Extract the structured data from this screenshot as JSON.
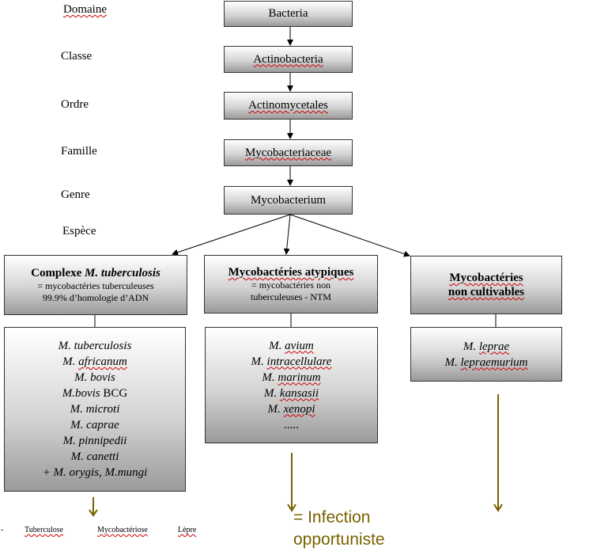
{
  "ranks": {
    "domaine": "Domaine",
    "classe": "Classe",
    "ordre": "Ordre",
    "famille": "Famille",
    "genre": "Genre",
    "espece": "Espèce"
  },
  "taxa": {
    "domain": "Bacteria",
    "class": "Actinobacteria",
    "order": "Actinomycetales",
    "family": "Mycobacteriaceae",
    "genus": "Mycobacterium"
  },
  "groups": {
    "complex": {
      "title_prefix": "Complexe ",
      "title_italic": "M. tuberculosis",
      "line1": "= mycobactéries tuberculeuses",
      "line2": "99.9% d’homologie d’ADN"
    },
    "atypical": {
      "title": "Mycobactéries atypiques",
      "line1": "= mycobactéries non",
      "line2": "tuberculeuses - NTM"
    },
    "noncult": {
      "line1": "Mycobactéries",
      "line2": "non cultivables"
    }
  },
  "species": {
    "complex": {
      "tuberculosis": "M. tuberculosis",
      "africanum_prefix": "M. ",
      "africanum_name": "africanum",
      "bovis": "M. bovis",
      "bovis_bcg_italic": "M.bovis",
      "bovis_bcg_plain": " BCG",
      "microti": "M. microti",
      "caprae": "M. caprae",
      "pinnipedii": "M. pinnipedii",
      "canetti": "M. canetti",
      "others": "+ M. orygis, M.mungi"
    },
    "atypical": {
      "avium_prefix": "M. ",
      "avium_name": "avium",
      "intracellulare_prefix": "M. ",
      "intracellulare_name": "intracellulare",
      "marinum_prefix": "M. ",
      "marinum_name": "marinum",
      "kansasii_prefix": "M. ",
      "kansasii_name": "kansasii",
      "xenopi_prefix": "M. ",
      "xenopi_name": "xenopi",
      "more": "....."
    },
    "noncult": {
      "leprae_prefix": "M. ",
      "leprae_name": "leprae",
      "lepraemurium_prefix": "M. ",
      "lepraemurium_name": "lepraemurium"
    }
  },
  "footer": {
    "bullet": "-",
    "tuberculose": "Tuberculose",
    "mycobacteriose": "Mycobactériose",
    "lepre": "Lèpre"
  },
  "outcome": {
    "line1": "= Infection",
    "line2": "opportuniste"
  },
  "colors": {
    "arrow_olive": "#7a6000",
    "spell_underline": "#cc0000"
  }
}
